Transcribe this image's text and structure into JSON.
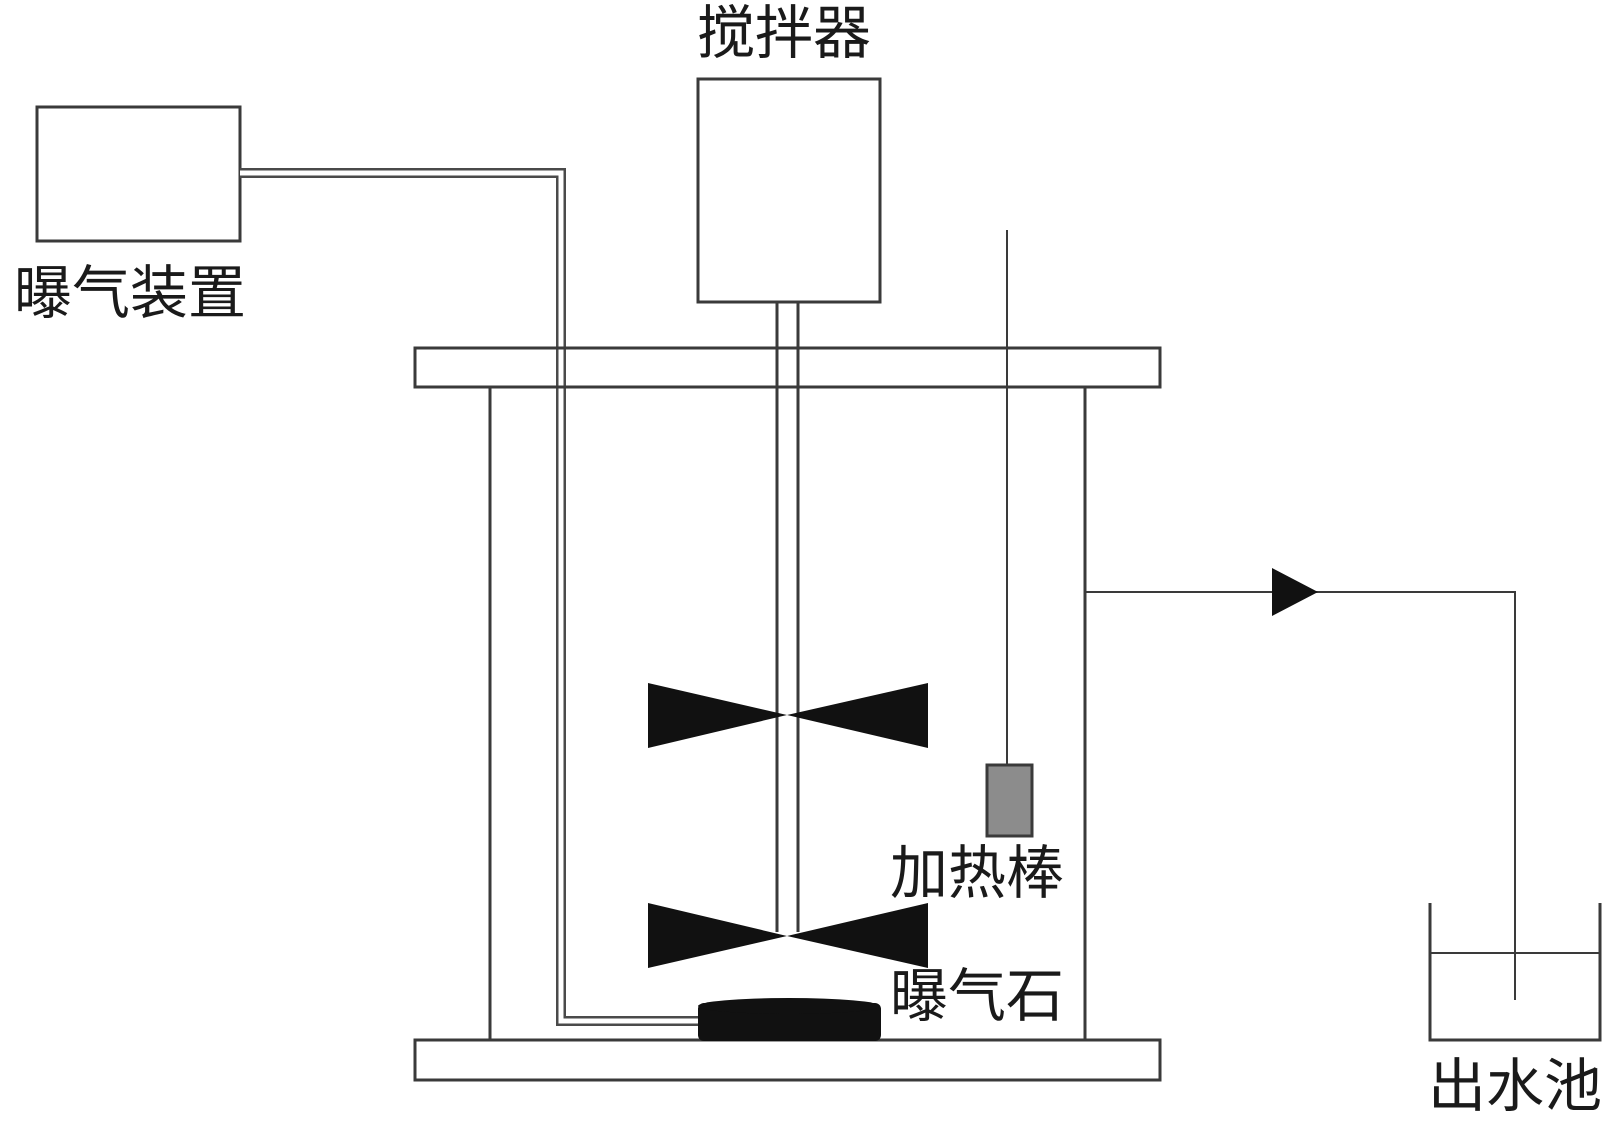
{
  "labels": {
    "aeration_device": "曝气装置",
    "stirrer": "搅拌器",
    "heating_rod": "加热棒",
    "aeration_stone": "曝气石",
    "outlet_tank": "出水池"
  },
  "colors": {
    "line": "#3a3a3a",
    "impeller": "#111111",
    "heating_rod_fill": "#8c8c8c",
    "aeration_stone_fill": "#111111"
  }
}
